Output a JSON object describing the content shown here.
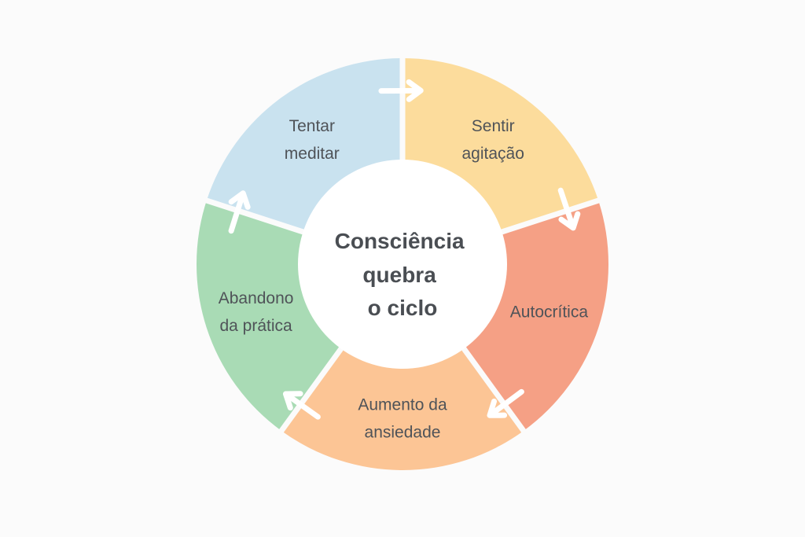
{
  "center": {
    "lines": [
      "Consciência",
      "quebra",
      "o ciclo"
    ]
  },
  "segments": [
    {
      "lines": [
        "Tentar",
        "meditar"
      ],
      "color": "#c9e2ef"
    },
    {
      "lines": [
        "Sentir",
        "agitação"
      ],
      "color": "#fcdc9c"
    },
    {
      "lines": [
        "Autocrítica"
      ],
      "color": "#f5a085"
    },
    {
      "lines": [
        "Aumento da",
        "ansiedade"
      ],
      "color": "#fcc595"
    },
    {
      "lines": [
        "Abandono",
        "da prática"
      ],
      "color": "#a9dbb5"
    }
  ],
  "background": "#fbfbfb",
  "center_fill": "#ffffff",
  "text_color": "#4f5358"
}
